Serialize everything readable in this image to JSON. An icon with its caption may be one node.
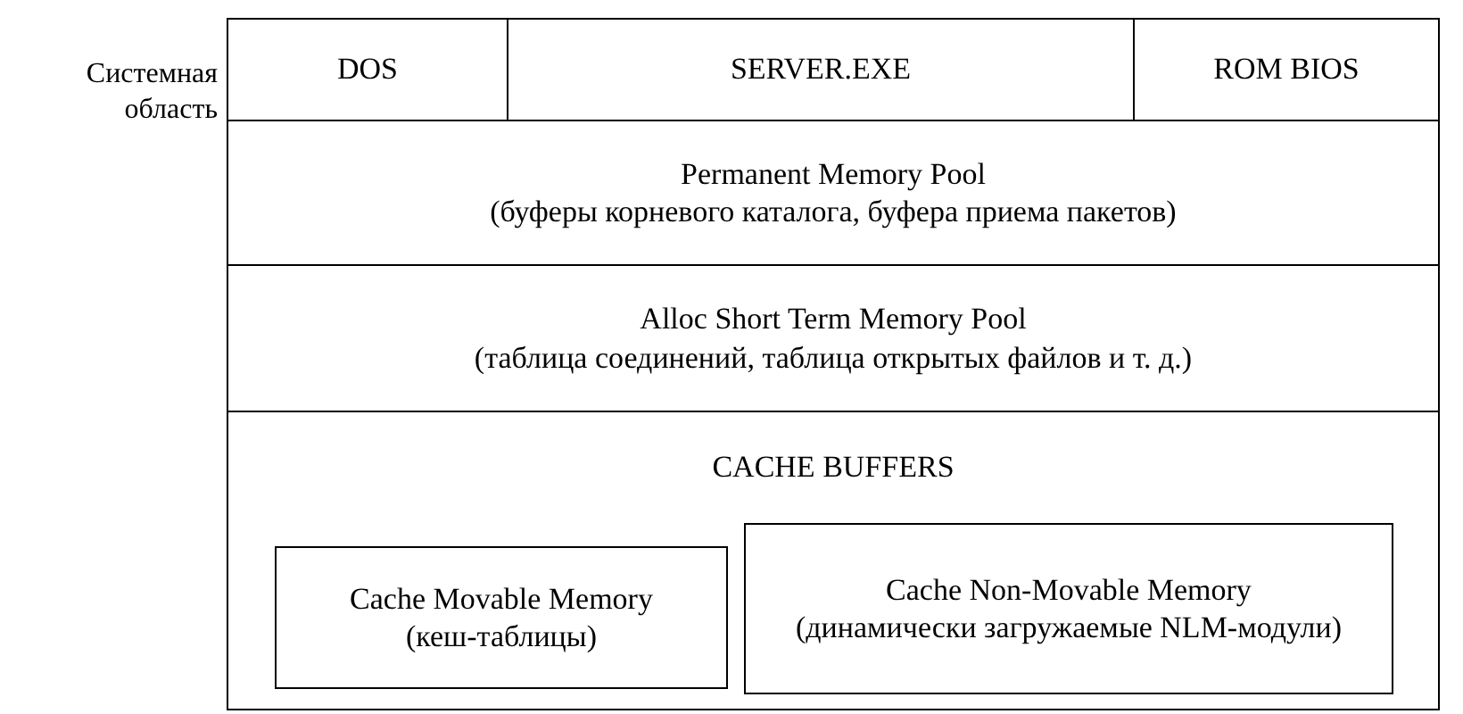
{
  "diagram": {
    "nodes": [
      {
        "text": [
          "DOS"
        ]
      },
      {
        "text": [
          "SERVER.EXE"
        ]
      },
      {
        "text": [
          "ROM BIOS"
        ]
      },
      {
        "text": [
          "Permanent Memory Pool",
          "(буферы корневого каталога, буфера приема пакетов)"
        ]
      },
      {
        "text": [
          "Alloc Short Term Memory Pool",
          "(таблица соединений, таблица открытых файлов и т. д.)"
        ]
      },
      {
        "text": [
          "CACHE BUFFERS"
        ]
      },
      {
        "text": [
          "Cache Movable Memory",
          "(кеш-таблицы)"
        ],
        "in": 5
      },
      {
        "text": [
          "Cache Non-Movable Memory",
          "(динамически загружаемые NLM-модули)"
        ],
        "in": 5
      }
    ],
    "labels": [
      "Системная область"
    ]
  }
}
